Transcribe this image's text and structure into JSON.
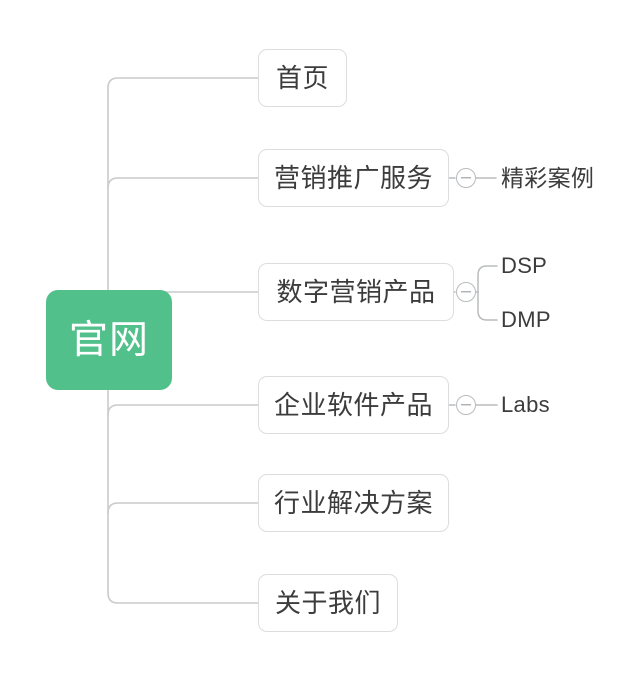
{
  "mindmap": {
    "root": {
      "label": "官网",
      "color": "#52c08b",
      "text_color": "#ffffff"
    },
    "trunk": {
      "line_color": "#c9cbcc"
    },
    "branches": [
      {
        "label": "首页",
        "has_children": false,
        "collapse_icon": null,
        "children": []
      },
      {
        "label": "营销推广服务",
        "has_children": true,
        "collapse_icon": "minus-circle-icon",
        "children": [
          {
            "label": "精彩案例"
          }
        ]
      },
      {
        "label": "数字营销产品",
        "has_children": true,
        "collapse_icon": "minus-circle-icon",
        "children": [
          {
            "label": "DSP"
          },
          {
            "label": "DMP"
          }
        ]
      },
      {
        "label": "企业软件产品",
        "has_children": true,
        "collapse_icon": "minus-circle-icon",
        "children": [
          {
            "label": "Labs"
          }
        ]
      },
      {
        "label": "行业解决方案",
        "has_children": false,
        "collapse_icon": null,
        "children": []
      },
      {
        "label": "关于我们",
        "has_children": false,
        "collapse_icon": null,
        "children": []
      }
    ]
  },
  "theme": {
    "background": "#ffffff",
    "node_border": "#dcdddf",
    "node_text": "#3c3c3c",
    "connector": "#c9cbcc",
    "accent": "#52c08b"
  }
}
